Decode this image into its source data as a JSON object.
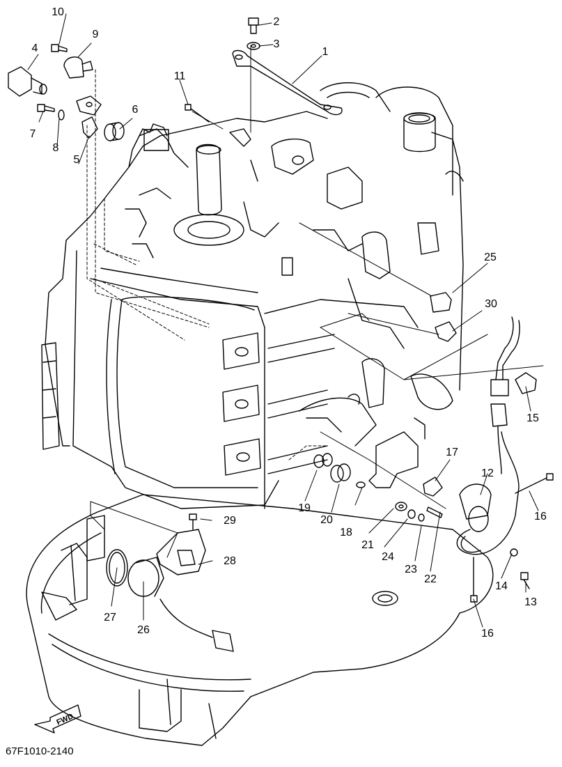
{
  "diagram": {
    "document_id": "67F1010-2140",
    "fwd_label": "FWD",
    "callouts": [
      "10",
      "2",
      "9",
      "3",
      "4",
      "1",
      "11",
      "6",
      "7",
      "8",
      "5",
      "25",
      "30",
      "15",
      "17",
      "12",
      "16",
      "29",
      "19",
      "20",
      "18",
      "21",
      "24",
      "23",
      "22",
      "14",
      "13",
      "28",
      "27",
      "26",
      "16"
    ]
  },
  "colors": {
    "line": "#000000",
    "background": "#ffffff"
  }
}
